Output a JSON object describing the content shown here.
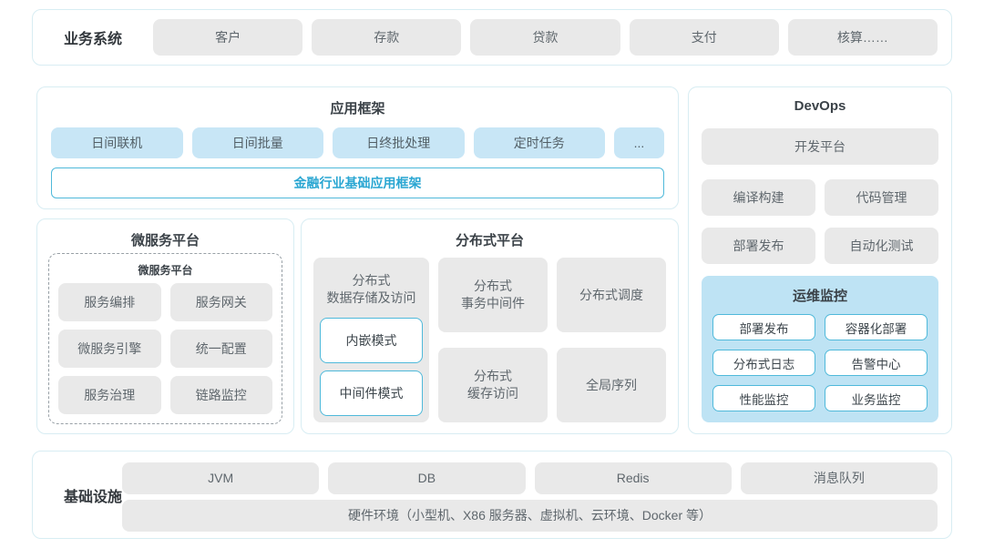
{
  "colors": {
    "panel_border": "#d8edf3",
    "gray_box_bg": "#e9e9e9",
    "blue_box_bg": "#c8e6f6",
    "monitor_bg": "#bee3f4",
    "cyan_border": "#4fb9da",
    "cyan_text": "#29a6d2",
    "title_text": "#3b4248",
    "box_text": "#5f676d"
  },
  "top_bar": {
    "label": "业务系统",
    "items": [
      "客户",
      "存款",
      "贷款",
      "支付",
      "核算……"
    ]
  },
  "app_framework": {
    "title": "应用框架",
    "items": [
      "日间联机",
      "日间批量",
      "日终批处理",
      "定时任务",
      "..."
    ],
    "base_bar": "金融行业基础应用框架"
  },
  "microservice": {
    "title": "微服务平台",
    "inner_title": "微服务平台",
    "items": [
      "服务编排",
      "服务网关",
      "微服务引擎",
      "统一配置",
      "服务治理",
      "链路监控"
    ]
  },
  "distributed": {
    "title": "分布式平台",
    "storage": {
      "title": "分布式\n数据存储及访问",
      "modes": [
        "内嵌模式",
        "中间件模式"
      ]
    },
    "middle_items": [
      "分布式\n事务中间件",
      "分布式\n缓存访问"
    ],
    "right_items": [
      "分布式调度",
      "全局序列"
    ]
  },
  "devops": {
    "title": "DevOps",
    "dev_platform": "开发平台",
    "items": [
      "编译构建",
      "代码管理",
      "部署发布",
      "自动化测试"
    ],
    "monitor": {
      "title": "运维监控",
      "items": [
        "部署发布",
        "容器化部署",
        "分布式日志",
        "告警中心",
        "性能监控",
        "业务监控"
      ]
    }
  },
  "infrastructure": {
    "label": "基础设施",
    "items": [
      "JVM",
      "DB",
      "Redis",
      "消息队列"
    ],
    "hardware": "硬件环境（小型机、X86 服务器、虚拟机、云环境、Docker 等）"
  }
}
